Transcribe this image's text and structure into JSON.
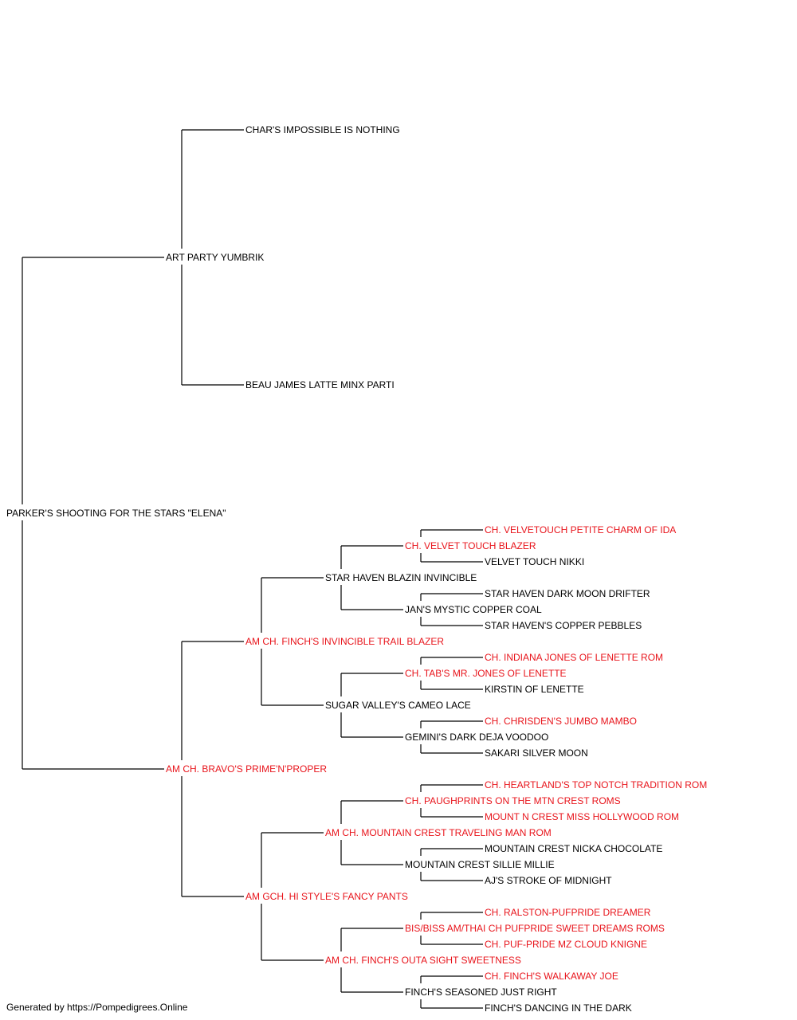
{
  "colors": {
    "champion": "#e8141b",
    "normal": "#000000",
    "line": "#000000"
  },
  "pedigree": [
    {
      "id": "subject",
      "parent": null,
      "gen": 0,
      "name": "PARKER'S SHOOTING FOR THE STARS \"ELENA\"",
      "champion": false
    },
    {
      "id": "s",
      "parent": "subject",
      "gen": 1,
      "name": "ART PARTY YUMBRIK",
      "champion": false
    },
    {
      "id": "d",
      "parent": "subject",
      "gen": 1,
      "name": "AM CH. BRAVO'S PRIME'N'PROPER",
      "champion": true
    },
    {
      "id": "ss",
      "parent": "s",
      "gen": 2,
      "name": "CHAR'S IMPOSSIBLE IS NOTHING",
      "champion": false
    },
    {
      "id": "sd",
      "parent": "s",
      "gen": 2,
      "name": "BEAU JAMES LATTE MINX PARTI",
      "champion": false
    },
    {
      "id": "ds",
      "parent": "d",
      "gen": 2,
      "name": "AM CH. FINCH'S INVINCIBLE TRAIL BLAZER",
      "champion": true
    },
    {
      "id": "dd",
      "parent": "d",
      "gen": 2,
      "name": "AM GCH. HI STYLE'S FANCY PANTS",
      "champion": true
    },
    {
      "id": "dss",
      "parent": "ds",
      "gen": 3,
      "name": "STAR HAVEN BLAZIN INVINCIBLE",
      "champion": false
    },
    {
      "id": "dsd",
      "parent": "ds",
      "gen": 3,
      "name": "SUGAR VALLEY'S CAMEO LACE",
      "champion": false
    },
    {
      "id": "dds",
      "parent": "dd",
      "gen": 3,
      "name": "AM CH. MOUNTAIN CREST TRAVELING MAN ROM",
      "champion": true
    },
    {
      "id": "ddd",
      "parent": "dd",
      "gen": 3,
      "name": "AM CH. FINCH'S OUTA SIGHT SWEETNESS",
      "champion": true
    },
    {
      "id": "dsss",
      "parent": "dss",
      "gen": 4,
      "name": "CH. VELVET TOUCH BLAZER",
      "champion": true
    },
    {
      "id": "dssd",
      "parent": "dss",
      "gen": 4,
      "name": "JAN'S MYSTIC COPPER COAL",
      "champion": false
    },
    {
      "id": "dsds",
      "parent": "dsd",
      "gen": 4,
      "name": "CH. TAB'S MR. JONES OF LENETTE",
      "champion": true
    },
    {
      "id": "dsdd",
      "parent": "dsd",
      "gen": 4,
      "name": "GEMINI'S DARK DEJA VOODOO",
      "champion": false
    },
    {
      "id": "ddss",
      "parent": "dds",
      "gen": 4,
      "name": "CH. PAUGHPRINTS ON THE MTN CREST ROMS",
      "champion": true
    },
    {
      "id": "ddsd",
      "parent": "dds",
      "gen": 4,
      "name": "MOUNTAIN CREST SILLIE MILLIE",
      "champion": false
    },
    {
      "id": "ddds",
      "parent": "ddd",
      "gen": 4,
      "name": "BIS/BISS AM/THAI CH PUFPRIDE SWEET DREAMS ROMS",
      "champion": true
    },
    {
      "id": "dddd",
      "parent": "ddd",
      "gen": 4,
      "name": "FINCH'S SEASONED JUST RIGHT",
      "champion": false
    },
    {
      "id": "dssss",
      "parent": "dsss",
      "gen": 5,
      "name": "CH. VELVETOUCH PETITE CHARM OF IDA",
      "champion": true
    },
    {
      "id": "dsssd",
      "parent": "dsss",
      "gen": 5,
      "name": "VELVET TOUCH NIKKI",
      "champion": false
    },
    {
      "id": "dssds",
      "parent": "dssd",
      "gen": 5,
      "name": "STAR HAVEN DARK MOON DRIFTER",
      "champion": false
    },
    {
      "id": "dssdd",
      "parent": "dssd",
      "gen": 5,
      "name": "STAR HAVEN'S COPPER PEBBLES",
      "champion": false
    },
    {
      "id": "dsdss",
      "parent": "dsds",
      "gen": 5,
      "name": "CH. INDIANA JONES OF LENETTE ROM",
      "champion": true
    },
    {
      "id": "dsdsd",
      "parent": "dsds",
      "gen": 5,
      "name": "KIRSTIN OF LENETTE",
      "champion": false
    },
    {
      "id": "dsdds",
      "parent": "dsdd",
      "gen": 5,
      "name": "CH. CHRISDEN'S JUMBO MAMBO",
      "champion": true
    },
    {
      "id": "dsddd",
      "parent": "dsdd",
      "gen": 5,
      "name": "SAKARI SILVER MOON",
      "champion": false
    },
    {
      "id": "ddsss",
      "parent": "ddss",
      "gen": 5,
      "name": "CH. HEARTLAND'S TOP NOTCH TRADITION ROM",
      "champion": true
    },
    {
      "id": "ddssd",
      "parent": "ddss",
      "gen": 5,
      "name": "MOUNT N CREST MISS HOLLYWOOD ROM",
      "champion": true
    },
    {
      "id": "ddsds",
      "parent": "ddsd",
      "gen": 5,
      "name": "MOUNTAIN CREST NICKA CHOCOLATE",
      "champion": false
    },
    {
      "id": "ddsdd",
      "parent": "ddsd",
      "gen": 5,
      "name": "AJ'S STROKE OF MIDNIGHT",
      "champion": false
    },
    {
      "id": "dddss",
      "parent": "ddds",
      "gen": 5,
      "name": "CH. RALSTON-PUFPRIDE DREAMER",
      "champion": true
    },
    {
      "id": "dddsd",
      "parent": "ddds",
      "gen": 5,
      "name": "CH. PUF-PRIDE MZ CLOUD KNIGNE",
      "champion": true
    },
    {
      "id": "dddds",
      "parent": "dddd",
      "gen": 5,
      "name": "CH. FINCH'S WALKAWAY JOE",
      "champion": true
    },
    {
      "id": "ddddd",
      "parent": "dddd",
      "gen": 5,
      "name": "FINCH'S DANCING IN THE DARK",
      "champion": false
    }
  ],
  "footer": "Generated by https://Pompedigrees.Online"
}
